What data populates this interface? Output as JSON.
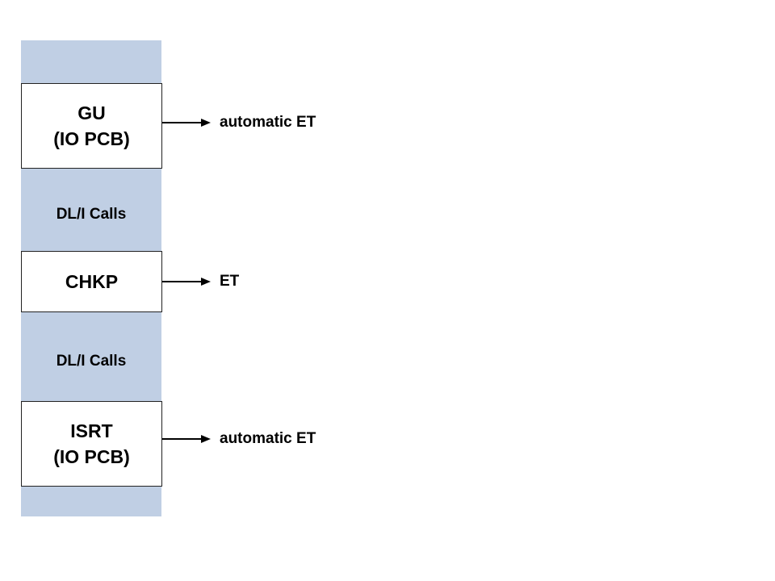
{
  "diagram": {
    "steps": [
      {
        "line1": "GU",
        "line2": "(IO PCB)",
        "result": "automatic ET"
      },
      {
        "line1": "CHKP",
        "line2": "",
        "result": "ET"
      },
      {
        "line1": "ISRT",
        "line2": "(IO PCB)",
        "result": "automatic ET"
      }
    ],
    "between": [
      "DL/I Calls",
      "DL/I Calls"
    ]
  },
  "colors": {
    "column": "#c0cfe4",
    "box": "#ffffff",
    "arrow": "#000000"
  }
}
